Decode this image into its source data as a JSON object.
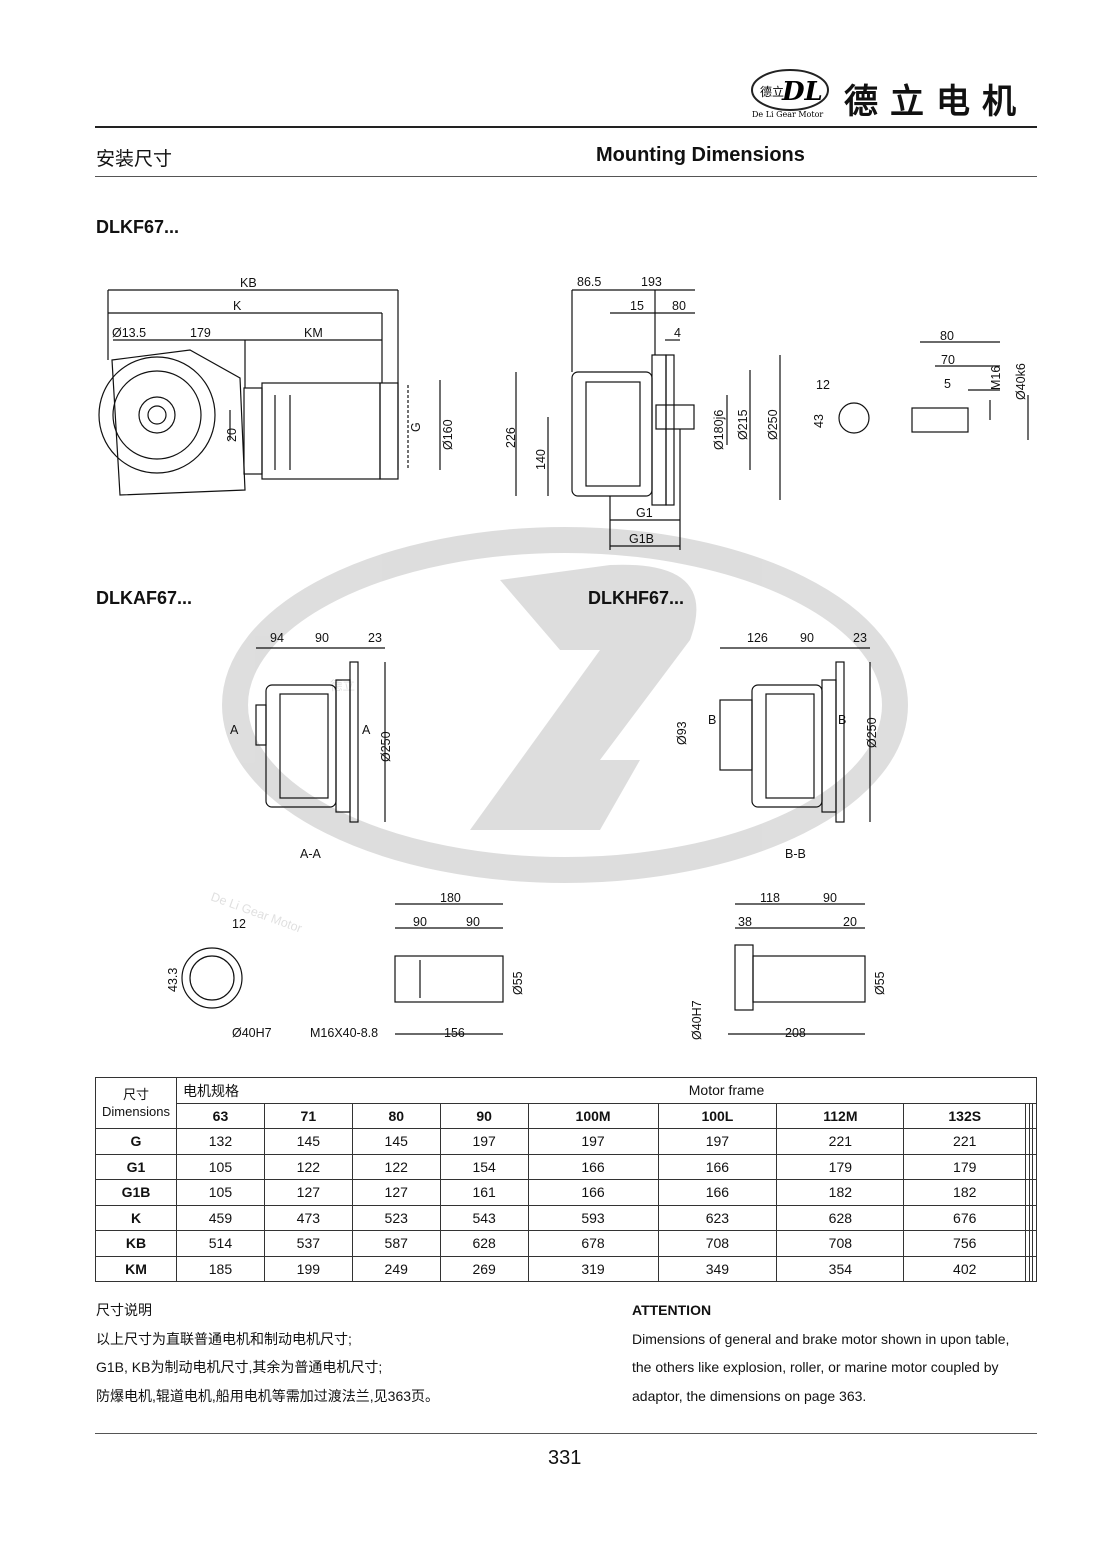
{
  "brand": {
    "logo_letters": "DL",
    "logo_small_text": "德立",
    "logo_caption": "De Li Gear Motor",
    "name": "德立电机"
  },
  "header": {
    "title_zh": "安装尺寸",
    "title_en": "Mounting Dimensions"
  },
  "watermark": {
    "text": "De Li Gear Motor",
    "chars": "德立"
  },
  "models": {
    "a": "DLKF67...",
    "b": "DLKAF67...",
    "c": "DLKHF67..."
  },
  "drawing_labels": {
    "kf_side": {
      "KB": "KB",
      "K": "K",
      "KM": "KM",
      "d13": "Ø13.5",
      "v179": "179",
      "v20": "20",
      "G": "G",
      "d160": "Ø160"
    },
    "kf_front": {
      "v86": "86.5",
      "v193": "193",
      "v15": "15",
      "v80": "80",
      "v4": "4",
      "v226": "226",
      "v140": "140",
      "d180": "Ø180j6",
      "d215": "Ø215",
      "d250": "Ø250",
      "G1": "G1",
      "G1B": "G1B"
    },
    "kf_shaft": {
      "v80": "80",
      "v70": "70",
      "v5": "5",
      "M16": "M16",
      "d40": "Ø40k6",
      "v12": "12",
      "v43": "43"
    },
    "kaf": {
      "v94": "94",
      "v90": "90",
      "v23": "23",
      "A1": "A",
      "A2": "A",
      "d250": "Ø250",
      "section": "A-A",
      "v180": "180",
      "v90a": "90",
      "v90b": "90",
      "v12": "12",
      "v433": "43.3",
      "d40": "Ø40H7",
      "thread": "M16X40-8.8",
      "v156": "156",
      "d55": "Ø55"
    },
    "khf": {
      "v126": "126",
      "v90": "90",
      "v23": "23",
      "B1": "B",
      "B2": "B",
      "d93": "Ø93",
      "d250": "Ø250",
      "section": "B-B",
      "v118": "118",
      "v90b": "90",
      "v38": "38",
      "v20": "20",
      "d55": "Ø55",
      "d40": "Ø40H7",
      "v208": "208"
    }
  },
  "table": {
    "corner_zh": "尺寸",
    "corner_en": "Dimensions",
    "motor_frame_zh": "电机规格",
    "motor_frame_en": "Motor frame",
    "frames": [
      "63",
      "71",
      "80",
      "90",
      "100M",
      "100L",
      "112M",
      "132S",
      "",
      "",
      ""
    ],
    "rows": [
      {
        "name": "G",
        "values": [
          "132",
          "145",
          "145",
          "197",
          "197",
          "197",
          "221",
          "221",
          "",
          "",
          ""
        ]
      },
      {
        "name": "G1",
        "values": [
          "105",
          "122",
          "122",
          "154",
          "166",
          "166",
          "179",
          "179",
          "",
          "",
          ""
        ]
      },
      {
        "name": "G1B",
        "values": [
          "105",
          "127",
          "127",
          "161",
          "166",
          "166",
          "182",
          "182",
          "",
          "",
          ""
        ]
      },
      {
        "name": "K",
        "values": [
          "459",
          "473",
          "523",
          "543",
          "593",
          "623",
          "628",
          "676",
          "",
          "",
          ""
        ]
      },
      {
        "name": "KB",
        "values": [
          "514",
          "537",
          "587",
          "628",
          "678",
          "708",
          "708",
          "756",
          "",
          "",
          ""
        ]
      },
      {
        "name": "KM",
        "values": [
          "185",
          "199",
          "249",
          "269",
          "319",
          "349",
          "354",
          "402",
          "",
          "",
          ""
        ]
      }
    ]
  },
  "notes_zh": {
    "title": "尺寸说明",
    "line1": "以上尺寸为直联普通电机和制动电机尺寸;",
    "line2": "G1B, KB为制动电机尺寸,其余为普通电机尺寸;",
    "line3": "防爆电机,辊道电机,船用电机等需加过渡法兰,见363页。"
  },
  "notes_en": {
    "title": "ATTENTION",
    "line1": "Dimensions of general and brake motor shown in upon table,",
    "line2": "the others like explosion, roller, or marine motor coupled by",
    "line3": "adaptor, the dimensions on page 363."
  },
  "page_number": "331"
}
